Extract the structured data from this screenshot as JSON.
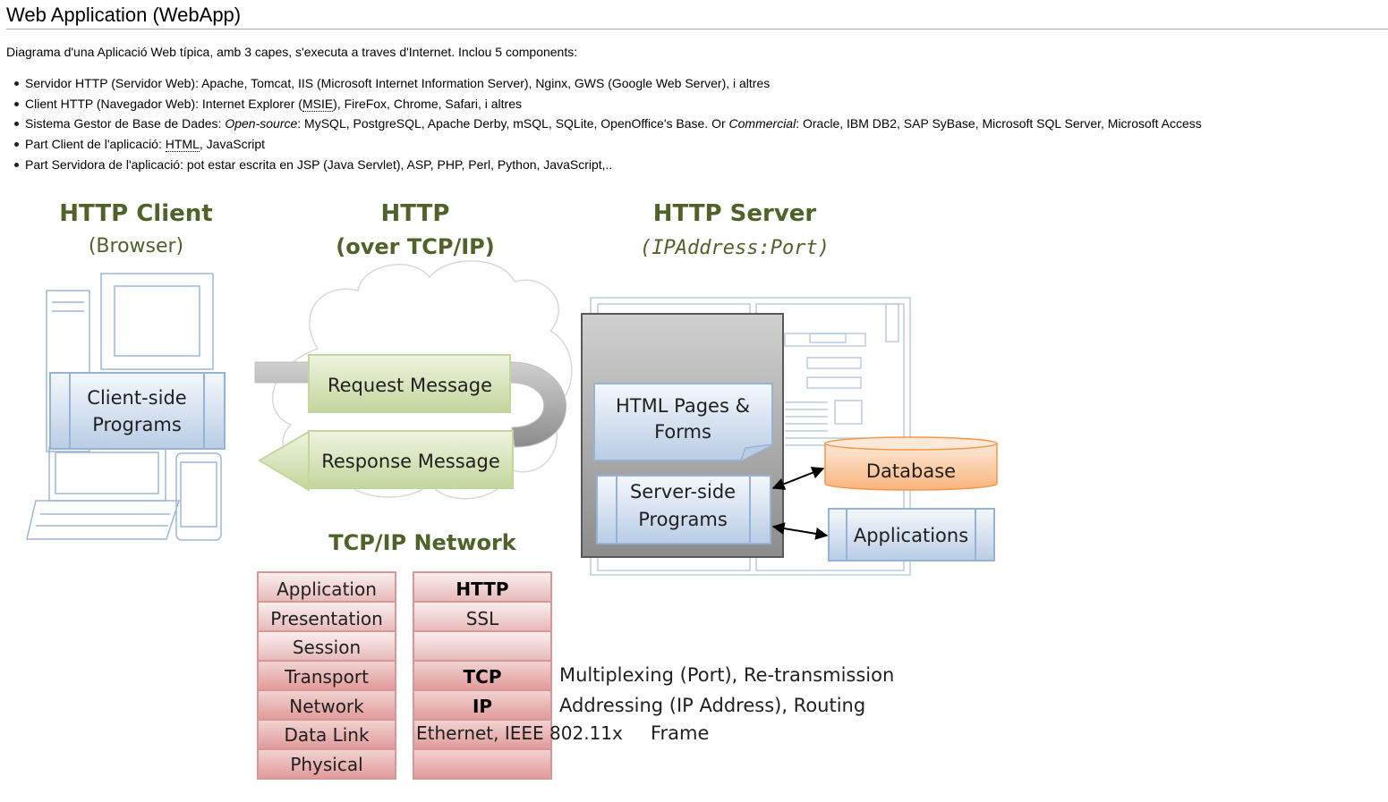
{
  "header": {
    "title": "Web Application (WebApp)"
  },
  "intro": "Diagrama d'una Aplicació Web típica, amb 3 capes, s'executa a traves d'Internet. Inclou 5 components:",
  "bullets": [
    {
      "text": "Servidor HTTP (Servidor Web): Apache, Tomcat, IIS (Microsoft Internet Information Server), Nginx, GWS (Google Web Server), i altres"
    },
    {
      "pre": "Client HTTP (Navegador Web): Internet Explorer (",
      "abbr": "MSIE",
      "post": "), FireFox, Chrome, Safari, i altres"
    },
    {
      "pre": "Sistema Gestor de Base de Dades: ",
      "em1": "Open-source",
      "mid": ": MySQL, PostgreSQL, Apache Derby, mSQL, SQLite, OpenOffice's Base. Or ",
      "em2": "Commercial",
      "post": ": Oracle, IBM DB2, SAP SyBase, Microsoft SQL Server, Microsoft Access"
    },
    {
      "pre": "Part Client de l'aplicació: ",
      "abbr": "HTML",
      "post": ", JavaScript"
    },
    {
      "text": "Part Servidora de l'aplicació: pot estar escrita en JSP (Java Servlet), ASP, PHP, Perl, Python, JavaScript,.."
    }
  ],
  "diagram": {
    "client_title": "HTTP Client",
    "client_subtitle": "(Browser)",
    "http_title": "HTTP",
    "http_subtitle": "(over TCP/IP)",
    "server_title": "HTTP Server",
    "server_subtitle": "(IPAddress:Port)",
    "client_programs": [
      "Client-side",
      "Programs"
    ],
    "request": "Request Message",
    "response": "Response Message",
    "html_pages": [
      "HTML Pages &",
      "Forms"
    ],
    "server_programs": [
      "Server-side",
      "Programs"
    ],
    "database": "Database",
    "applications": "Applications",
    "network_title": "TCP/IP Network",
    "osi_layers": [
      "Application",
      "Presentation",
      "Session",
      "Transport",
      "Network",
      "Data Link",
      "Physical"
    ],
    "protocols": [
      "HTTP",
      "SSL",
      "",
      "TCP",
      "IP",
      "Ethernet, IEEE 802.11x",
      ""
    ],
    "notes": {
      "transport": "Multiplexing (Port), Re-transmission",
      "network": "Addressing (IP Address), Routing",
      "datalink": "Frame"
    },
    "colors": {
      "title_green": "#4f6228",
      "green_fill": "#d7e4bd",
      "blue_fill": "#dbe5f1",
      "orange_fill": "#fbd5b5",
      "red_fill": "#f2dcdb",
      "gray_box": "#a6a6a6"
    }
  }
}
